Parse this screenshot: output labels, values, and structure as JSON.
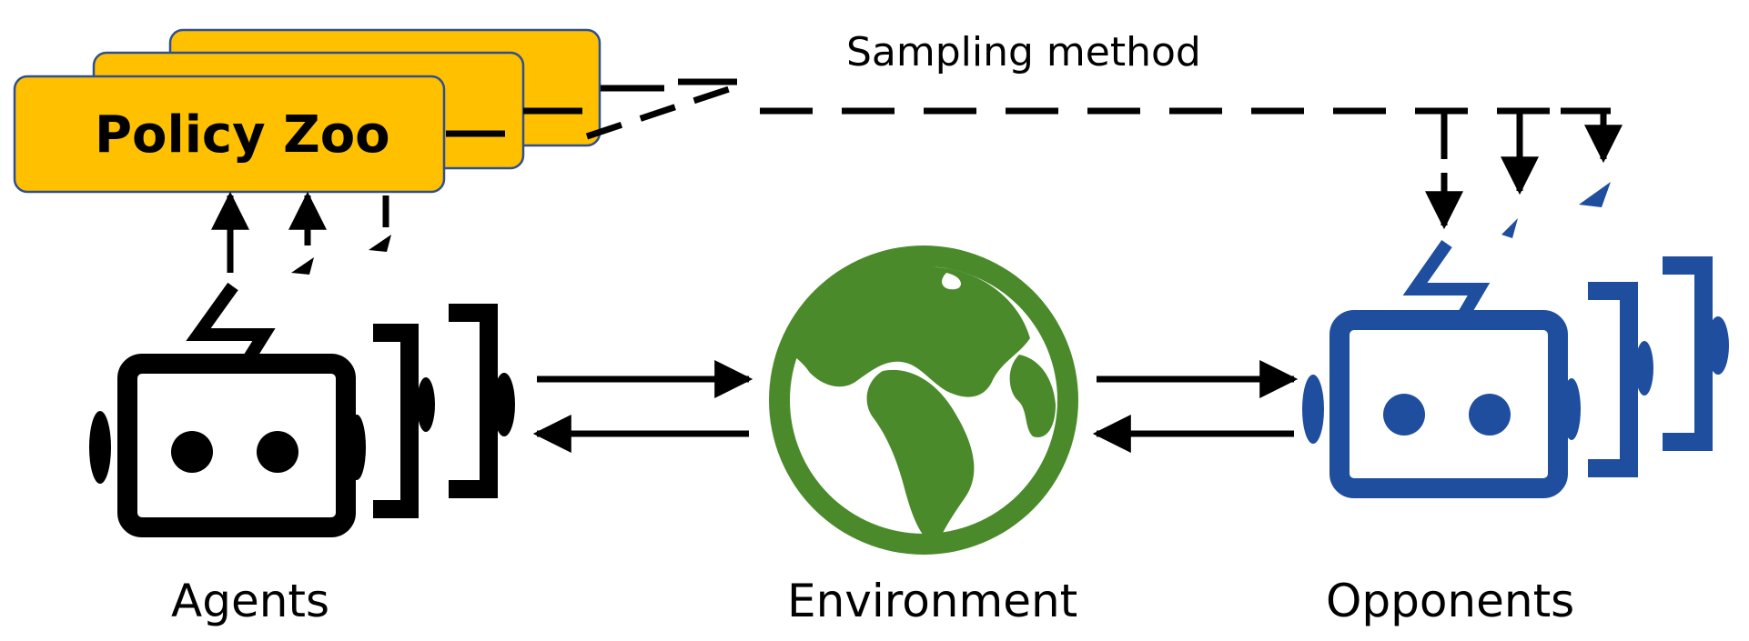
{
  "policy_zoo": {
    "title": "Policy Zoo"
  },
  "sampling": {
    "label": "Sampling method"
  },
  "labels": {
    "agents": "Agents",
    "environment": "Environment",
    "opponents": "Opponents"
  },
  "icons": {
    "agent": "robot-icon",
    "environment": "globe-icon",
    "opponent": "robot-icon"
  },
  "colors": {
    "zoo_fill": "#FFC000",
    "zoo_stroke": "#2F4F8F",
    "agent": "#000000",
    "opponent": "#1F4E9E",
    "globe": "#4A8A2A",
    "arrow": "#000000"
  }
}
